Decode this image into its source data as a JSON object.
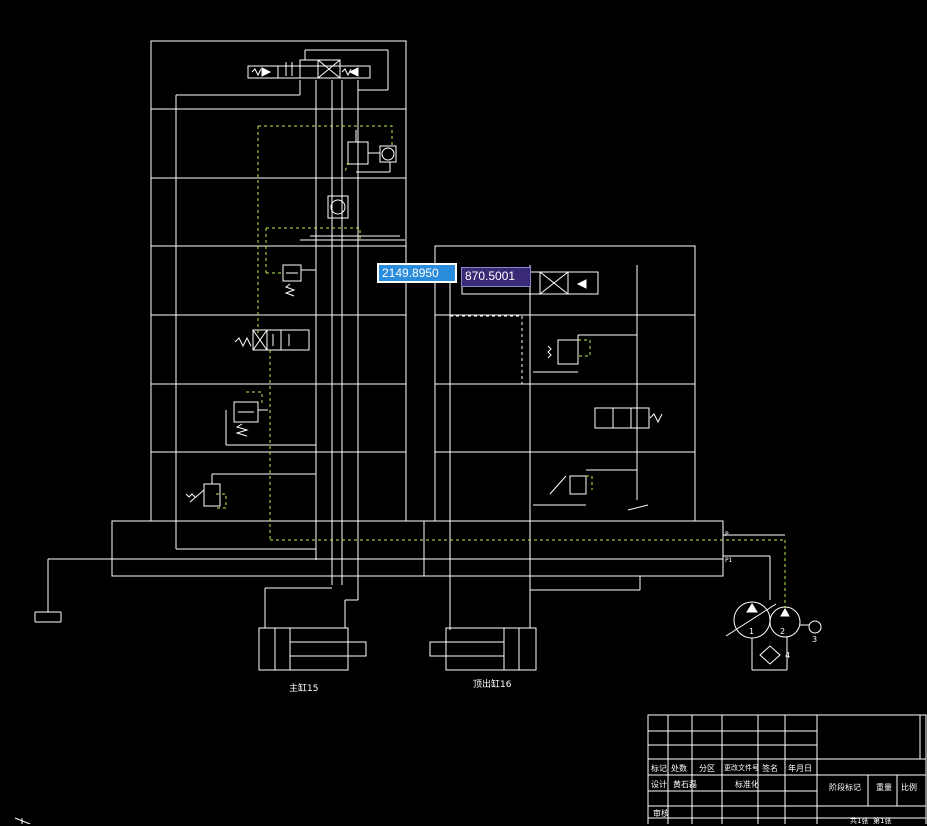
{
  "coordinate_input": {
    "x_value": "2149.8950",
    "y_value": "870.5001"
  },
  "cylinders": {
    "main": "主缸15",
    "ejector": "顶出缸16"
  },
  "component_numbers": {
    "pump1": "1",
    "pump2": "2",
    "motor": "3",
    "filter": "4"
  },
  "manifold_ports": {
    "p": "P",
    "p1": "P1"
  },
  "title_block": {
    "row_top": [
      "标记",
      "处数",
      "分区",
      "更改文件号",
      "签名",
      "年月日"
    ],
    "row_mid": [
      "设计",
      "黄石磊",
      "标准化"
    ],
    "row_right": [
      "阶段标记",
      "重量",
      "比例"
    ],
    "row_bottom": [
      "审核"
    ],
    "row_cut": [
      "共1张",
      "第1张"
    ]
  },
  "colors": {
    "line": "#ffffff",
    "pilot_dashed": "#b8f04a",
    "background": "#000000"
  }
}
